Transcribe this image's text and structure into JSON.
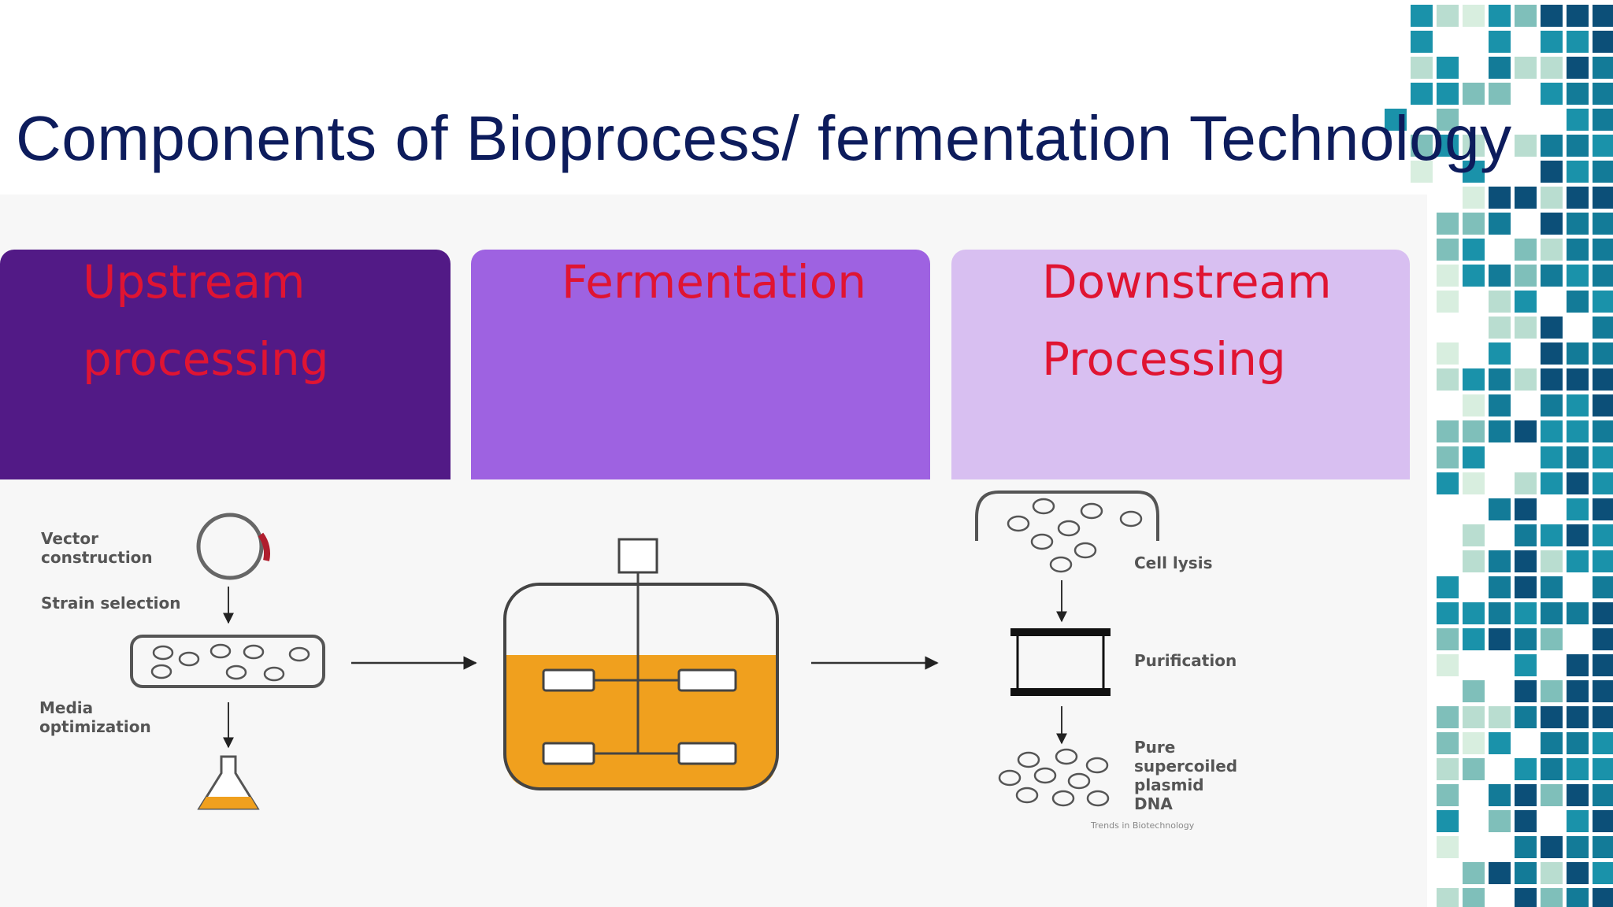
{
  "slide": {
    "title": "Components of Bioprocess/ fermentation Technology"
  },
  "phases": [
    {
      "line1": "Upstream",
      "line2": "processing",
      "color": "#521a86"
    },
    {
      "line1": "Fermentation",
      "line2": "",
      "color": "#9e62e1"
    },
    {
      "line1": "Downstream",
      "line2": "Processing",
      "color": "#d8bff1"
    }
  ],
  "upstream_steps": {
    "vector": "Vector\nconstruction",
    "strain": "Strain selection",
    "media": "Media\noptimization"
  },
  "downstream_steps": {
    "lysis": "Cell lysis",
    "purification": "Purification",
    "product": "Pure\nsupercoiled\nplasmid\nDNA"
  },
  "credit": "Trends in Biotechnology",
  "colors": {
    "title": "#0d1c5c",
    "phase_text": "#e01432",
    "broth": "#f0a01e",
    "mosaic": [
      "#0c4f78",
      "#137b98",
      "#1a92aa",
      "#7fbfba",
      "#b9ddd0",
      "#d8eedf"
    ]
  }
}
